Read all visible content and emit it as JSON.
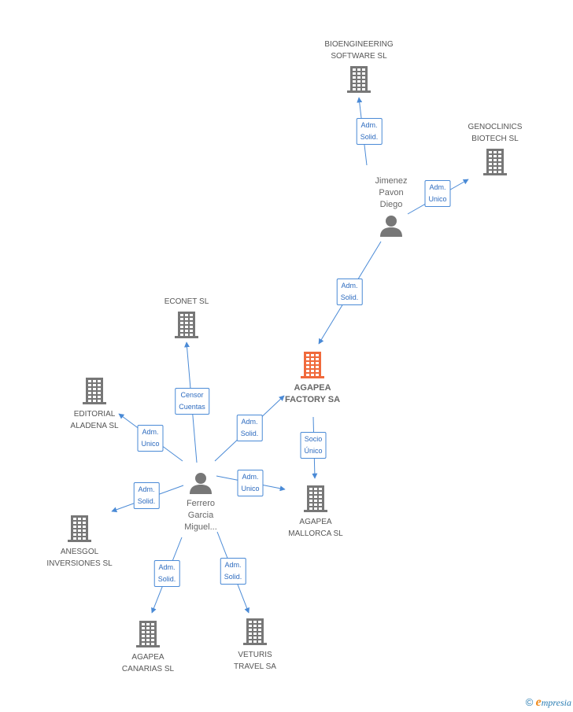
{
  "colors": {
    "focus_company": "#f06a3c",
    "company": "#777777",
    "person": "#777777",
    "edge": "#4a8ad6",
    "edge_label_text": "#2d6bbf"
  },
  "nodes": [
    {
      "id": "agapea-factory",
      "type": "company",
      "focus": true,
      "icon": "building-icon",
      "label_lines": [
        "AGAPEA",
        "FACTORY SA"
      ]
    },
    {
      "id": "bioengineering",
      "type": "company",
      "icon": "building-icon",
      "label_lines": [
        "BIOENGINEERING",
        "SOFTWARE  SL"
      ]
    },
    {
      "id": "genoclinics",
      "type": "company",
      "icon": "building-icon",
      "label_lines": [
        "GENOCLINICS",
        "BIOTECH SL"
      ]
    },
    {
      "id": "jimenez",
      "type": "person",
      "icon": "person-icon",
      "label_lines": [
        "Jimenez",
        "Pavon",
        "Diego"
      ]
    },
    {
      "id": "econet",
      "type": "company",
      "icon": "building-icon",
      "label_lines": [
        "ECONET SL"
      ]
    },
    {
      "id": "editorial",
      "type": "company",
      "icon": "building-icon",
      "label_lines": [
        "EDITORIAL",
        "ALADENA SL"
      ]
    },
    {
      "id": "ferrero",
      "type": "person",
      "icon": "person-icon",
      "label_lines": [
        "Ferrero",
        "Garcia",
        "Miguel..."
      ]
    },
    {
      "id": "agapea-mallorca",
      "type": "company",
      "icon": "building-icon",
      "label_lines": [
        "AGAPEA",
        "MALLORCA SL"
      ]
    },
    {
      "id": "anesgol",
      "type": "company",
      "icon": "building-icon",
      "label_lines": [
        "ANESGOL",
        "INVERSIONES SL"
      ]
    },
    {
      "id": "agapea-canarias",
      "type": "company",
      "icon": "building-icon",
      "label_lines": [
        "AGAPEA",
        "CANARIAS SL"
      ]
    },
    {
      "id": "veturis",
      "type": "company",
      "icon": "building-icon",
      "label_lines": [
        "VETURIS",
        "TRAVEL SA"
      ]
    }
  ],
  "edges": [
    {
      "from": "jimenez",
      "to": "bioengineering",
      "label_lines": [
        "Adm.",
        "Solid."
      ]
    },
    {
      "from": "jimenez",
      "to": "genoclinics",
      "label_lines": [
        "Adm.",
        "Unico"
      ]
    },
    {
      "from": "jimenez",
      "to": "agapea-factory",
      "label_lines": [
        "Adm.",
        "Solid."
      ]
    },
    {
      "from": "ferrero",
      "to": "econet",
      "label_lines": [
        "Censor",
        "Cuentas"
      ]
    },
    {
      "from": "ferrero",
      "to": "editorial",
      "label_lines": [
        "Adm.",
        "Unico"
      ]
    },
    {
      "from": "ferrero",
      "to": "agapea-factory",
      "label_lines": [
        "Adm.",
        "Solid."
      ]
    },
    {
      "from": "ferrero",
      "to": "agapea-mallorca",
      "label_lines": [
        "Adm.",
        "Unico"
      ]
    },
    {
      "from": "ferrero",
      "to": "anesgol",
      "label_lines": [
        "Adm.",
        "Solid."
      ]
    },
    {
      "from": "ferrero",
      "to": "agapea-canarias",
      "label_lines": [
        "Adm.",
        "Solid."
      ]
    },
    {
      "from": "ferrero",
      "to": "veturis",
      "label_lines": [
        "Adm.",
        "Solid."
      ]
    },
    {
      "from": "agapea-factory",
      "to": "agapea-mallorca",
      "label_lines": [
        "Socio",
        "Único"
      ]
    }
  ],
  "footer": {
    "copyright": "©",
    "brand_initial": "e",
    "brand_rest": "mpresia"
  }
}
